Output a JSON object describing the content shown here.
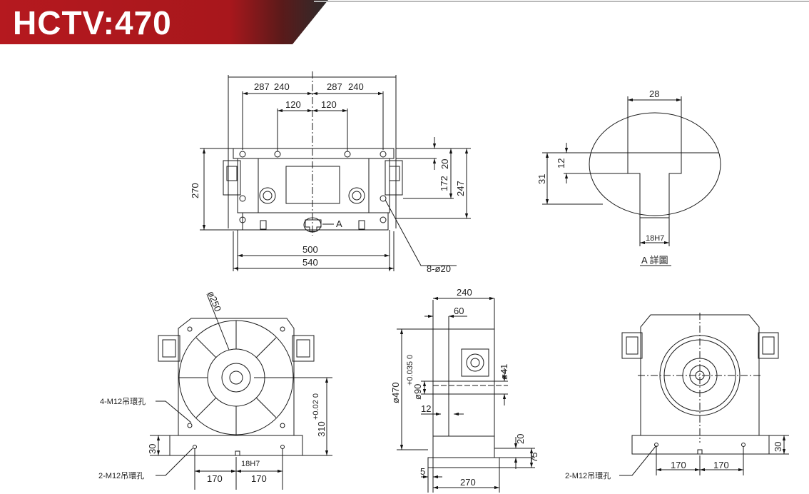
{
  "header": {
    "title": "HCTV:470",
    "colors": {
      "banner_red": "#b5191f",
      "banner_dark": "#2c2c2c",
      "line": "#1a1a1a"
    }
  },
  "top_view": {
    "d287_left": "287",
    "d240_left": "240",
    "d287_right": "287",
    "d240_right": "240",
    "d120_left": "120",
    "d120_right": "120",
    "d270": "270",
    "d20": "20",
    "d172": "172",
    "d247": "247",
    "d500": "500",
    "d540": "540",
    "holes": "8-ø20",
    "callout_a": "A"
  },
  "detail_a": {
    "d28": "28",
    "d12": "12",
    "d31": "31",
    "d18h7": "18H7",
    "caption": "A 詳圖"
  },
  "front_view": {
    "d250": "ø250",
    "hoist_top": "4-M12吊環孔",
    "hoist_bottom": "2-M12吊環孔",
    "d310": "310",
    "d310_tol": "+0.02 0",
    "d30": "30",
    "d18h7": "18H7",
    "d170_left": "170",
    "d170_right": "170"
  },
  "side_view": {
    "d240": "240",
    "d60": "60",
    "d470": "ø470",
    "d90": "ø90",
    "d90_tol": "+0.035 0",
    "d41": "ø41",
    "d12": "12",
    "d20": "20",
    "d75": "75",
    "d5": "5",
    "d270": "270"
  },
  "rear_view": {
    "hoist": "2-M12吊環孔",
    "d170_left": "170",
    "d170_right": "170",
    "d30": "30"
  }
}
